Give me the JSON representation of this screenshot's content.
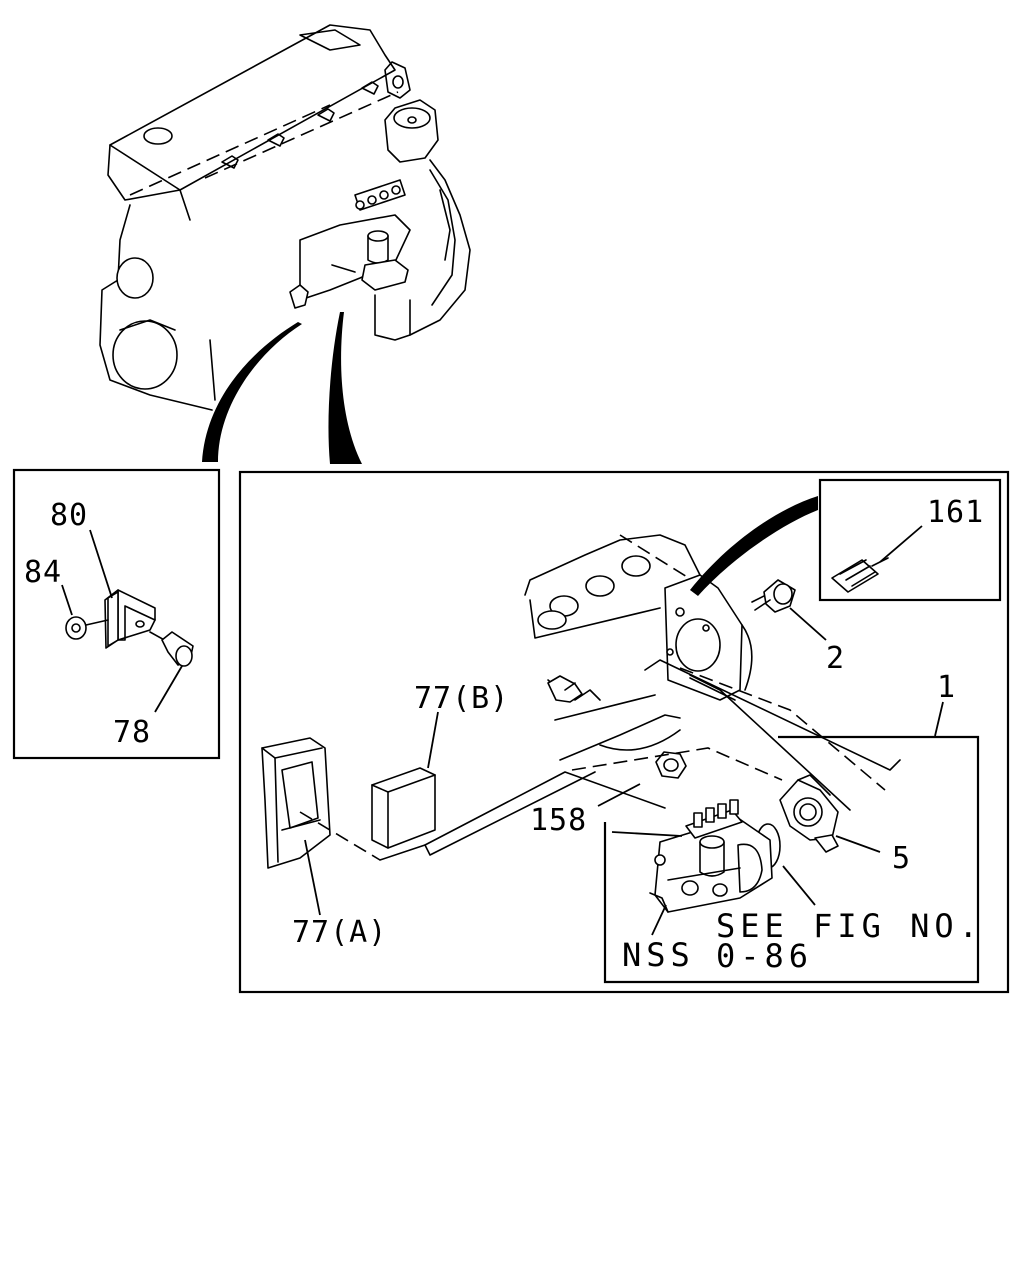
{
  "labels": {
    "p80": "80",
    "p84": "84",
    "p78": "78",
    "p77b": "77(B)",
    "p77a": "77(A)",
    "p158": "158",
    "p161": "161",
    "p2": "2",
    "p1": "1",
    "p5": "5",
    "nss": "NSS",
    "see_fig_line1": "SEE FIG NO.",
    "see_fig_line2": "0-86"
  }
}
